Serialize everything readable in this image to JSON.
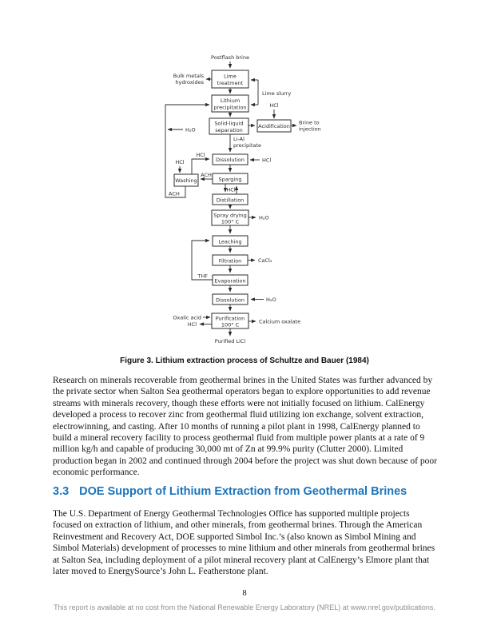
{
  "page": {
    "number": "8",
    "footer": "This report is available at no cost from the National Renewable Energy Laboratory (NREL) at www.nrel.gov/publications."
  },
  "colors": {
    "heading_blue": "#1c74bb",
    "footer_gray": "#8f8f8f",
    "diagram_ink": "#2b2b2b"
  },
  "figure": {
    "caption": "Figure 3. Lithium extraction process of Schultze and Bauer (1984)",
    "labels": {
      "postflash": "Postflash brine",
      "bulk_metals_1": "Bulk metals",
      "bulk_metals_2": "hydroxides",
      "lime_1": "Lime",
      "lime_2": "treatment",
      "lime_slurry": "Lime slurry",
      "lithium_1": "Lithium",
      "lithium_2": "precipitation",
      "solid_1": "Solid-liquid",
      "solid_2": "separation",
      "hcl_acid": "HCl",
      "acidification": "Acidification",
      "brine_1": "Brine to",
      "brine_2": "injection",
      "h2o_left": "H₂O",
      "lial_1": "Li-Al",
      "lial_2": "precipitate",
      "hcl_wash_top": "HCl",
      "hcl_wash_out": "HCl",
      "washing": "Washing",
      "ach_loop": "ACH",
      "ach_sparge": "ACH",
      "dissolution1": "Dissolution",
      "hcl_dissolution": "HCl",
      "sparging": "Sparging",
      "hcl_distill": "HCl",
      "distillation": "Distillation",
      "spray_1": "Spray drying",
      "spray_2": "100° C",
      "h2o_spray": "H₂O",
      "leaching": "Leaching",
      "filtration": "Filtration",
      "cacl2": "CaCl₂",
      "thf": "THF",
      "evaporation": "Evaporation",
      "dissolution2": "Dissolution",
      "h2o_diss": "H₂O",
      "oxalic": "Oxalic acid",
      "hcl_purif": "HCl",
      "purif_1": "Purification",
      "purif_2": "100° C",
      "calcium_oxalate": "Calcium oxalate",
      "purified": "Purified LiCl"
    }
  },
  "section": {
    "number": "3.3",
    "title": "DOE Support of Lithium Extraction from Geothermal Brines"
  },
  "paragraphs": {
    "p1": "Research on minerals recoverable from geothermal brines in the United States was further advanced by the private sector when Salton Sea geothermal operators began to explore opportunities to add revenue streams with minerals recovery, though these efforts were not initially focused on lithium. CalEnergy developed a process to recover zinc from geothermal fluid utilizing ion exchange, solvent extraction, electrowinning, and casting. After 10 months of running a pilot plant in 1998, CalEnergy planned to build a mineral recovery facility to process geothermal fluid from multiple power plants at a rate of 9 million kg/h and capable of producing 30,000 mt of Zn at 99.9% purity (Clutter 2000). Limited production began in 2002 and continued through 2004 before the project was shut down because of poor economic performance.",
    "p2": "The U.S. Department of Energy Geothermal Technologies Office has supported multiple projects focused on extraction of lithium, and other minerals, from geothermal brines. Through the American Reinvestment and Recovery Act, DOE supported Simbol Inc.’s (also known as Simbol Mining and Simbol Materials) development of processes to mine lithium and other minerals from geothermal brines at Salton Sea, including deployment of a pilot mineral recovery plant at CalEnergy’s Elmore plant that later moved to EnergySource’s John L. Featherstone plant."
  }
}
